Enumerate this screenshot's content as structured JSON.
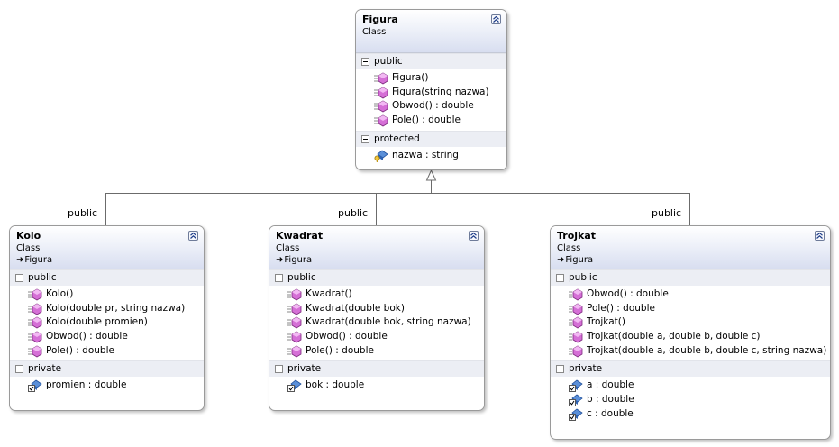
{
  "inheritance_labels": [
    "public",
    "public",
    "public"
  ],
  "classes": [
    {
      "name": "Figura",
      "type": "Class",
      "base": "",
      "sections": [
        {
          "title": "public",
          "members": [
            {
              "text": "Figura()",
              "icon": "method-icon"
            },
            {
              "text": "Figura(string nazwa)",
              "icon": "method-icon"
            },
            {
              "text": "Obwod() : double",
              "icon": "method-icon"
            },
            {
              "text": "Pole() : double",
              "icon": "method-icon"
            }
          ]
        },
        {
          "title": "protected",
          "members": [
            {
              "text": "nazwa : string",
              "icon": "protected-field-icon"
            }
          ]
        }
      ]
    },
    {
      "name": "Kolo",
      "type": "Class",
      "base": "Figura",
      "sections": [
        {
          "title": "public",
          "members": [
            {
              "text": "Kolo()",
              "icon": "method-icon"
            },
            {
              "text": "Kolo(double pr, string nazwa)",
              "icon": "method-icon"
            },
            {
              "text": "Kolo(double promien)",
              "icon": "method-icon"
            },
            {
              "text": "Obwod() : double",
              "icon": "method-icon"
            },
            {
              "text": "Pole() : double",
              "icon": "method-icon"
            }
          ]
        },
        {
          "title": "private",
          "members": [
            {
              "text": "promien : double",
              "icon": "private-field-icon"
            }
          ]
        }
      ]
    },
    {
      "name": "Kwadrat",
      "type": "Class",
      "base": "Figura",
      "sections": [
        {
          "title": "public",
          "members": [
            {
              "text": "Kwadrat()",
              "icon": "method-icon"
            },
            {
              "text": "Kwadrat(double bok)",
              "icon": "method-icon"
            },
            {
              "text": "Kwadrat(double bok, string nazwa)",
              "icon": "method-icon"
            },
            {
              "text": "Obwod() : double",
              "icon": "method-icon"
            },
            {
              "text": "Pole() : double",
              "icon": "method-icon"
            }
          ]
        },
        {
          "title": "private",
          "members": [
            {
              "text": "bok : double",
              "icon": "private-field-icon"
            }
          ]
        }
      ]
    },
    {
      "name": "Trojkat",
      "type": "Class",
      "base": "Figura",
      "sections": [
        {
          "title": "public",
          "members": [
            {
              "text": "Obwod() : double",
              "icon": "method-icon"
            },
            {
              "text": "Pole() : double",
              "icon": "method-icon"
            },
            {
              "text": "Trojkat()",
              "icon": "method-icon"
            },
            {
              "text": "Trojkat(double a, double b, double c)",
              "icon": "method-icon"
            },
            {
              "text": "Trojkat(double a, double b, double c, string nazwa)",
              "icon": "method-icon"
            }
          ]
        },
        {
          "title": "private",
          "members": [
            {
              "text": "a : double",
              "icon": "private-field-icon"
            },
            {
              "text": "b : double",
              "icon": "private-field-icon"
            },
            {
              "text": "c : double",
              "icon": "private-field-icon"
            }
          ]
        }
      ]
    }
  ]
}
